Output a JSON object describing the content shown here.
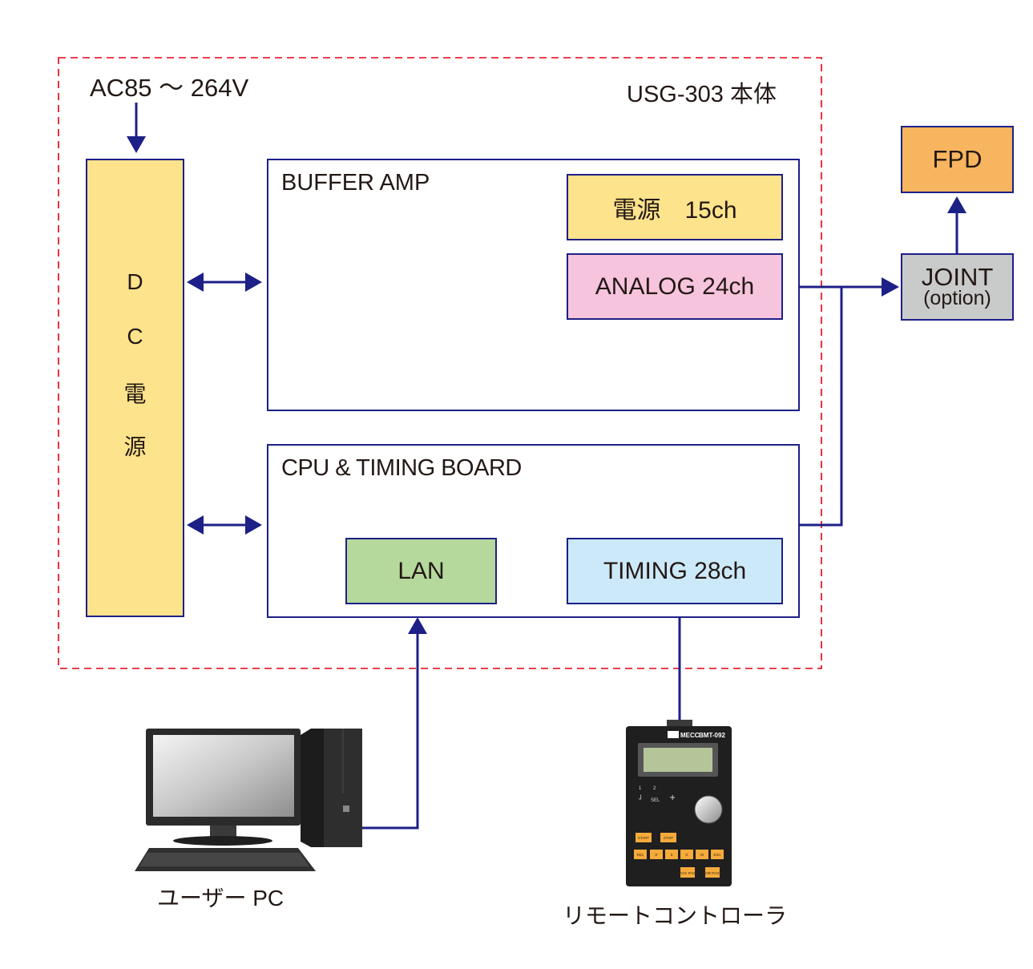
{
  "enclosure": {
    "label": "USG-303 本体"
  },
  "power_input": {
    "label": "AC85 ～ 264V"
  },
  "dc_power": {
    "chars": [
      "D",
      "C",
      "電",
      "源"
    ]
  },
  "buffer_amp": {
    "title": "BUFFER AMP",
    "power_box": "電源　15ch",
    "analog_box": "ANALOG 24ch"
  },
  "cpu_board": {
    "title": "CPU & TIMING BOARD",
    "lan_box": "LAN",
    "timing_box": "TIMING 28ch"
  },
  "fpd": {
    "label": "FPD"
  },
  "joint": {
    "label": "JOINT",
    "sub": "(option)"
  },
  "user_pc": {
    "caption": "ユーザー PC"
  },
  "remote": {
    "caption": "リモートコントローラ",
    "brand": "MECC",
    "model": "BMT-092",
    "keys": [
      "START",
      "STOP",
      "REL",
      "R",
      "S",
      "G",
      "W",
      "ESC",
      "BACK PAGE",
      "FOR PAGE"
    ],
    "mini_labels": [
      "1",
      "2",
      "SEL"
    ]
  },
  "colors": {
    "arrow": "#1d2087",
    "dashed": "#e60012",
    "dc_fill": "#fde38b",
    "analog_fill": "#f6c4dc",
    "lan_fill": "#b5d99c",
    "timing_fill": "#cce9f9",
    "fpd_fill": "#f8b55f",
    "joint_fill": "#c9caca"
  }
}
